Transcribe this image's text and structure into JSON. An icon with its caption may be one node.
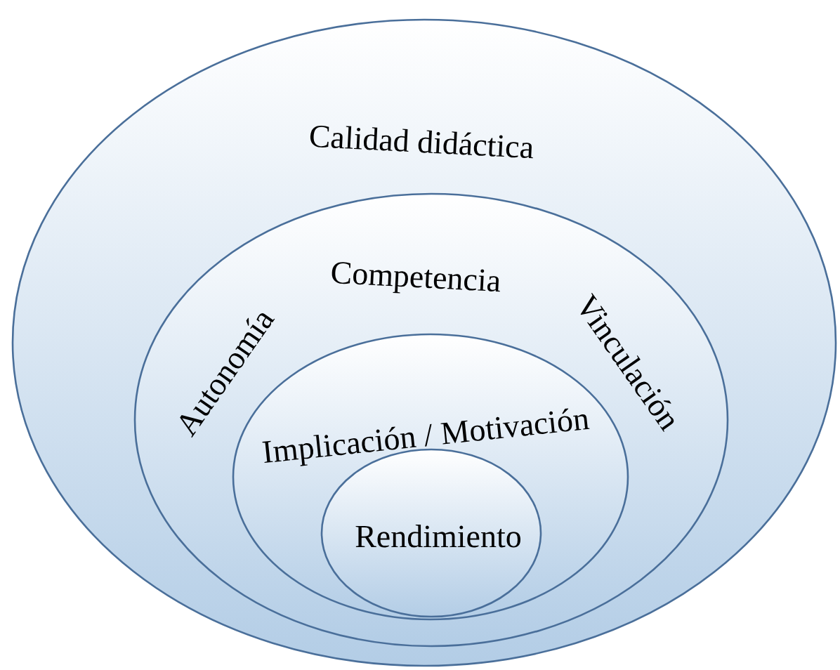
{
  "diagram": {
    "nodes": [
      {
        "text": [
          "Calidad didáctica"
        ]
      },
      {
        "text": [
          "Competencia",
          "Autonomía",
          "Vinculación"
        ],
        "in": 0
      },
      {
        "text": [
          "Implicación / Motivación"
        ],
        "in": 1
      },
      {
        "text": [
          "Rendimiento"
        ],
        "in": 2
      }
    ]
  }
}
